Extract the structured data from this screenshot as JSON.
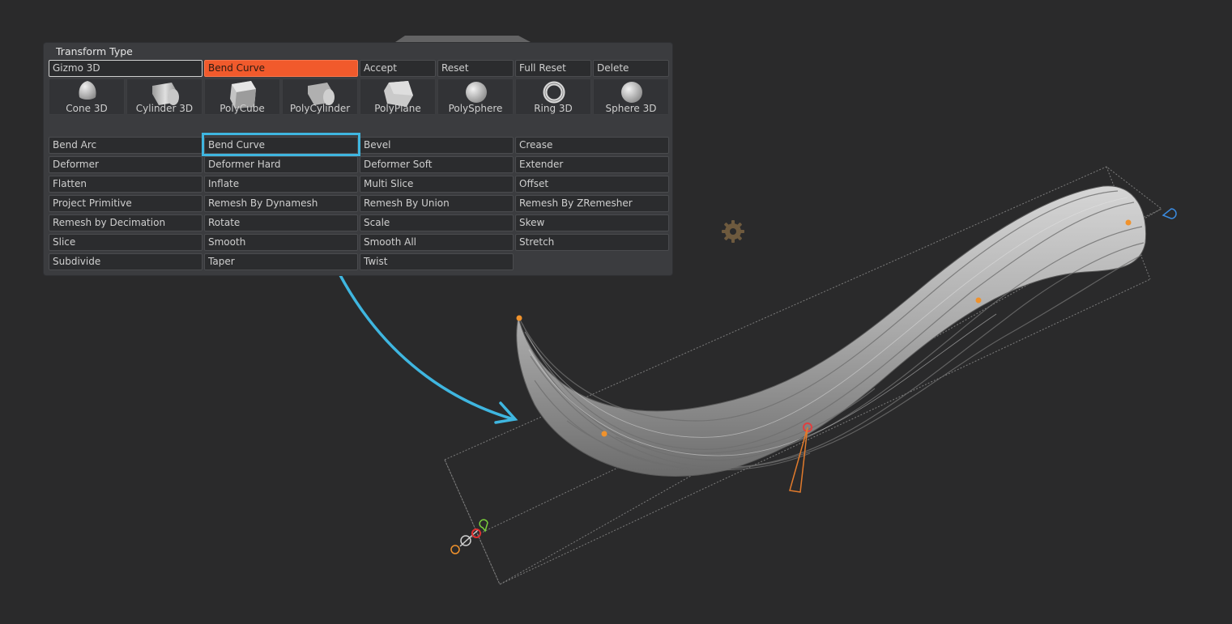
{
  "panel": {
    "title": "Transform Type",
    "top_buttons": [
      {
        "label": "Gizmo 3D",
        "state": "outlined"
      },
      {
        "label": "Bend Curve",
        "state": "active"
      },
      {
        "label": "Accept",
        "state": "normal"
      },
      {
        "label": "Reset",
        "state": "normal"
      },
      {
        "label": "Full Reset",
        "state": "normal"
      },
      {
        "label": "Delete",
        "state": "normal"
      }
    ],
    "primitives": [
      {
        "label": "Cone 3D",
        "icon": "cone-icon"
      },
      {
        "label": "Cylinder 3D",
        "icon": "cylinder-icon"
      },
      {
        "label": "PolyCube",
        "icon": "polycube-icon"
      },
      {
        "label": "PolyCylinder",
        "icon": "polycylinder-icon"
      },
      {
        "label": "PolyPlane",
        "icon": "polyplane-icon"
      },
      {
        "label": "PolySphere",
        "icon": "polysphere-icon"
      },
      {
        "label": "Ring 3D",
        "icon": "ring-icon"
      },
      {
        "label": "Sphere 3D",
        "icon": "sphere-icon"
      }
    ],
    "deformers": [
      [
        "Bend Arc",
        "Bend Curve",
        "Bevel",
        "Crease"
      ],
      [
        "Deformer",
        "Deformer Hard",
        "Deformer Soft",
        "Extender"
      ],
      [
        "Flatten",
        "Inflate",
        "Multi Slice",
        "Offset"
      ],
      [
        "Project Primitive",
        "Remesh By Dynamesh",
        "Remesh By Union",
        "Remesh By ZRemesher"
      ],
      [
        "Remesh by Decimation",
        "Rotate",
        "Scale",
        "Skew"
      ],
      [
        "Slice",
        "Smooth",
        "Smooth All",
        "Stretch"
      ],
      [
        "Subdivide",
        "Taper",
        "Twist"
      ]
    ],
    "highlighted_item": "Bend Curve"
  },
  "colors": {
    "background": "#2a2a2b",
    "panel": "#3b3c3f",
    "accent_active": "#f15a2c",
    "annotation": "#3fb6e0",
    "curve_points": "#f0922c"
  },
  "icons": {
    "gear": "gear-icon",
    "annotation_arrow": "annotation-arrow"
  }
}
